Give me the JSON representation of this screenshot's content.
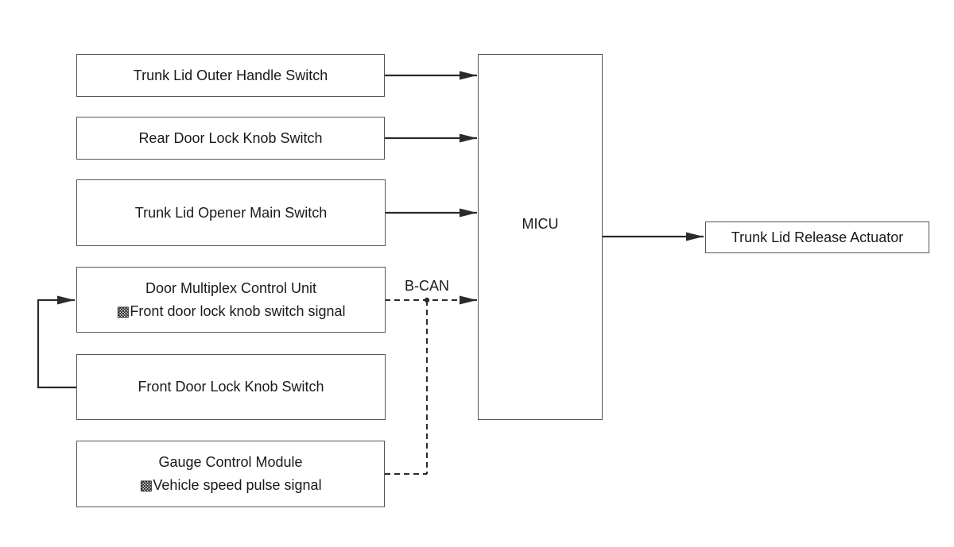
{
  "boxes": {
    "trunk_lid_outer_handle_switch": "Trunk Lid Outer Handle Switch",
    "rear_door_lock_knob_switch": "Rear Door Lock Knob Switch",
    "trunk_lid_opener_main_switch": "Trunk Lid Opener Main Switch",
    "door_multiplex_control_unit": {
      "title": "Door Multiplex Control Unit",
      "signal": "▩Front door lock knob switch signal"
    },
    "front_door_lock_knob_switch": "Front Door Lock Knob Switch",
    "gauge_control_module": {
      "title": "Gauge Control Module",
      "signal": "▩Vehicle speed pulse signal"
    },
    "micu": "MICU",
    "trunk_lid_release_actuator": "Trunk Lid Release Actuator"
  },
  "bus_label": "B-CAN",
  "colors": {
    "line": "#2b2b2b",
    "border": "#555555"
  }
}
